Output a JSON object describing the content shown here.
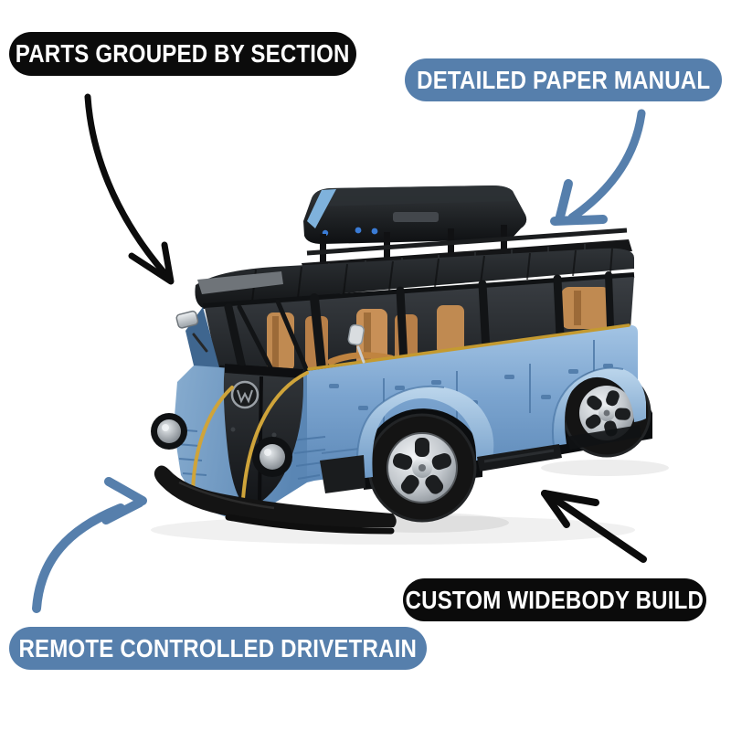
{
  "page": {
    "background": "#ffffff",
    "type": "product-infographic"
  },
  "colors": {
    "accent_blue": "#567fac",
    "pill_black": "#0b0b0b",
    "text_white": "#ffffff",
    "van_body_blue": "#6f9ccb",
    "van_trim_gold": "#c79a2e",
    "van_frame_black": "#16181a",
    "van_seat_tan": "#c18b55"
  },
  "callouts": [
    {
      "id": "parts",
      "label": "PARTS GROUPED BY SECTION",
      "style": "black",
      "position": "top-left",
      "arrow": {
        "color": "#0c0c0c",
        "direction": "curves down-right to van windshield"
      }
    },
    {
      "id": "manual",
      "label": "DETAILED PAPER MANUAL",
      "style": "blue",
      "position": "top-right",
      "arrow": {
        "color": "#567fac",
        "direction": "curves down-left to roof cargo box"
      }
    },
    {
      "id": "drivetrain",
      "label": "REMOTE CONTROLLED DRIVETRAIN",
      "style": "blue",
      "position": "bottom-left",
      "arrow": {
        "color": "#567fac",
        "direction": "curves up-right to front bumper"
      }
    },
    {
      "id": "widebody",
      "label": "CUSTOM WIDEBODY BUILD",
      "style": "black",
      "position": "bottom-right",
      "arrow": {
        "color": "#0c0c0c",
        "direction": "points up-left to side skirt and fenders"
      }
    }
  ],
  "product_image": {
    "subject": "brick-built technic camper van model",
    "features_visible": [
      "black roof rack with rooftop cargo box and light-blue stripe",
      "open window frames with tan interior seats",
      "light blue lower body with gold beltline piping",
      "widebody fender flares over low-profile wheels",
      "black V-shaped front panel with round badge and twin headlights",
      "black low front bumper and side skirt",
      "chrome side mirrors"
    ]
  }
}
